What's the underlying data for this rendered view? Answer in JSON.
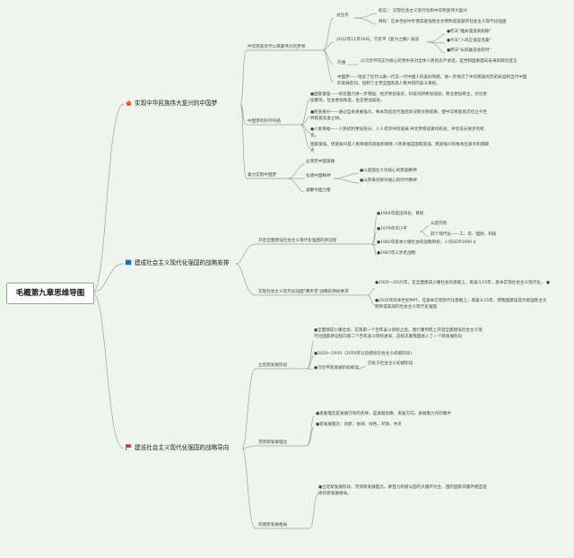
{
  "root": "毛概第九章思维导图",
  "icons": {
    "ch1": "fire-icon",
    "ch2": "blue-flag-icon",
    "ch3": "red-flag-icon"
  },
  "colors": {
    "background": "#eef5ec",
    "line": "#9aa3a0",
    "fire": "#e8542b",
    "blue_flag": "#1f6fb8",
    "red_flag": "#d9262b"
  },
  "ch1": {
    "title": "实现中华民族伟大复兴的中国梦",
    "s1": "中华民族近代以来最伟大的梦想",
    "zrw": "总任务",
    "zrw1": "标志：：实现社会主义现代化和中华民族伟大复兴",
    "zrw2": "目标：在本世纪中叶建成富强民主文明和谐美丽的社会主义现代化强国",
    "zt": "2012年11月29日，习近平《复兴之路》展览",
    "zt1": "昨天\"雄关漫道真如铁\"",
    "zt2": "今天\"人间正道是沧桑\"",
    "zt3": "明天\"长风破浪会有时\"",
    "nh": "内涵",
    "nh_t": "以习近平同志为核心的党中央对全体人民的庄严承诺，是党和国家面向未来的政治宣言",
    "cm": "中国梦——饱含了近代以来一代又一代中国人的美好夙愿，进一步揭示了中华民族的历史命运和当代中国的发展走向，指明了全党全国各族人民共同的奋斗目标。",
    "s2": "中国梦的科学内涵",
    "k1": "国家富强——综合国力进一步增强，经济更加发达，科技创新更加强劲，政治更加民主，文化更加繁荣，社会更加和谐，生态更加美好。",
    "k2": "民族振兴——通过自身发展强大，根本改造近代落后状况和文明成果，使中华民族再次屹立于世界民族先进之林。",
    "k3": "人民幸福——人民权利更加充分，人人得享共同发展 共享梦想成真的机会，共享成长进步的机会。",
    "k4": "国家富强、民族振兴是人民幸福的基础和保障 人民幸福是国家富强、民族振兴的根本出发点和落脚点",
    "s3": "着力实现中国梦",
    "f1": "必须走中国道路",
    "f2": "弘扬中国精神",
    "f2a": "以爱国主义为核心的民族精神",
    "f2b": "以改革创新为核心的时代精神",
    "f3": "凝聚中国力量"
  },
  "ch2": {
    "title": "建成社会主义现代化强国的战略安排",
    "s1": "开启全面建设社会主义现代化强国的新征程",
    "b1": "1964年提出四化、目标",
    "b2": "1979年邓小平",
    "b2a": "从定的有",
    "b2b": "四个现代化——工、农、国防、科技",
    "b3": "1982年基本小康社会的战略目标，人均GDP1000 $",
    "b4": "1987年三步走战略",
    "s2": "实现社会主义现代化强国\"两步走\"战略的目标要求",
    "c1": "2020—2035年，在全面建成小康社会的基础上，再奋斗15年，基本实现社会主义现代化。",
    "c2": "2035年到本世纪中叶，在基本实现现代化基础上，再奋斗15年，把我国建设成为富强民主文明和谐美丽的社会主义现代化强国"
  },
  "ch3": {
    "title": "建设社会主义现代化强国的战略导向",
    "s1": "立足新发展阶段",
    "d1": "全面建成小康社会、实现第一个百年奋斗目标之后，我们乘势而上开启全面建设社会主义现代化国家新征程向第二个百年奋斗目标进军，这标志着我国进入了一个新发展阶段",
    "d2": "2020~2050（2050年以后继续社会主义初级阶段)",
    "d3": "习近平新发展阶段解读",
    "d3a": "仍处于社会主义初级阶段",
    "s2": "贯彻新发展理念",
    "e1": "发展理念是发展行动的先导，是发展思路、发展方向、发展着力点的集中",
    "e2": "新发展理念：创新、协调、绿色、开放、共享",
    "s3": "构建新发展格局",
    "g1": "立足新发展阶段、贯彻新发展理念，要首力构建以国内大循环为主、国内国际双循环相互促进的新发展格局。"
  }
}
